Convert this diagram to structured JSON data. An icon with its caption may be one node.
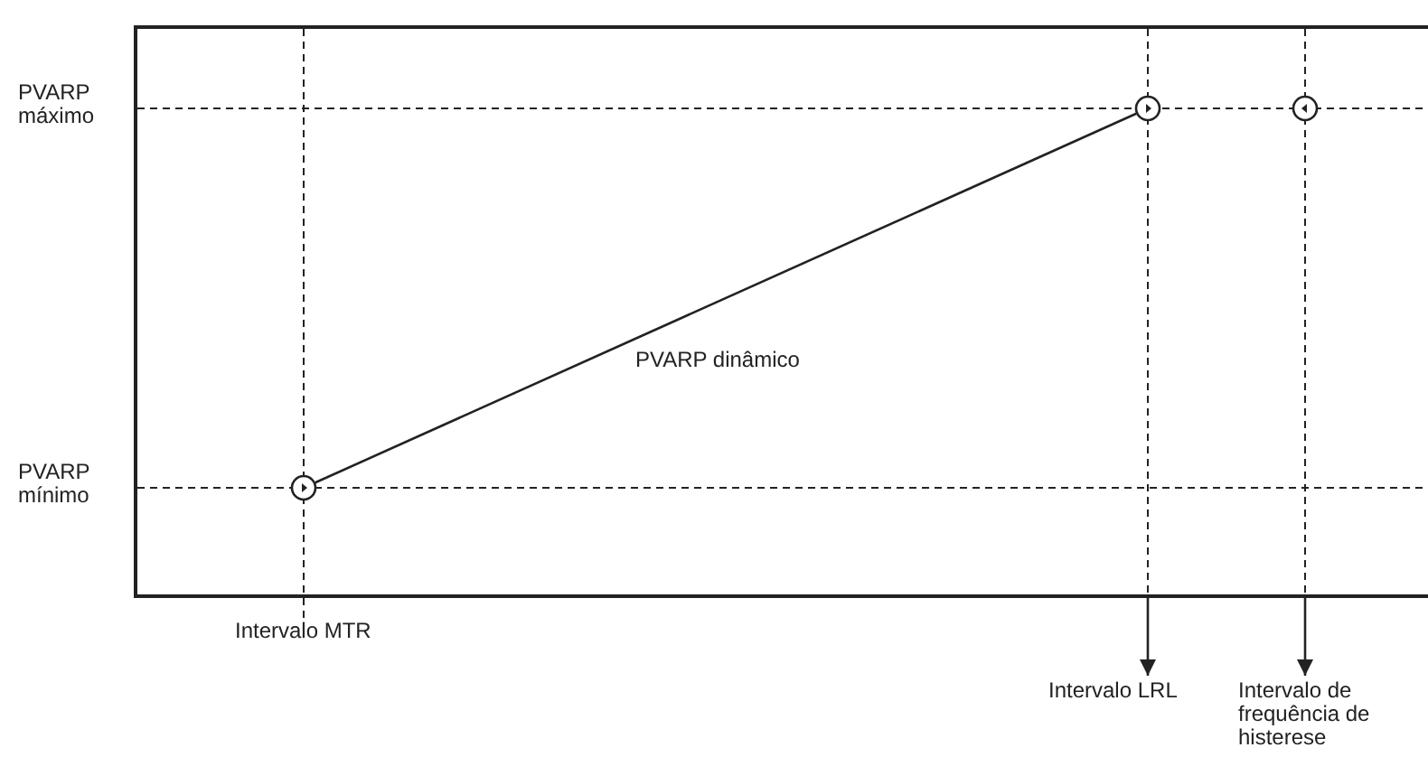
{
  "diagram": {
    "nodes": [
      {
        "text": [],
        "shape": "circle"
      },
      {
        "text": [],
        "shape": "circle"
      },
      {
        "text": [],
        "shape": "circle"
      },
      {
        "text": [
          "Intervalo LRL"
        ]
      },
      {
        "text": [
          "Intervalo de frequência de histerese"
        ]
      }
    ],
    "edges": [
      {
        "from": 2,
        "to": 0,
        "arrow": "none",
        "label": "PVARP dinâmico"
      },
      {
        "from": null,
        "to": 3,
        "arrow": "to"
      },
      {
        "from": null,
        "to": 4,
        "arrow": "to"
      }
    ],
    "labels": [
      "PVARP máximo",
      "PVARP mínimo",
      "Intervalo MTR"
    ]
  }
}
